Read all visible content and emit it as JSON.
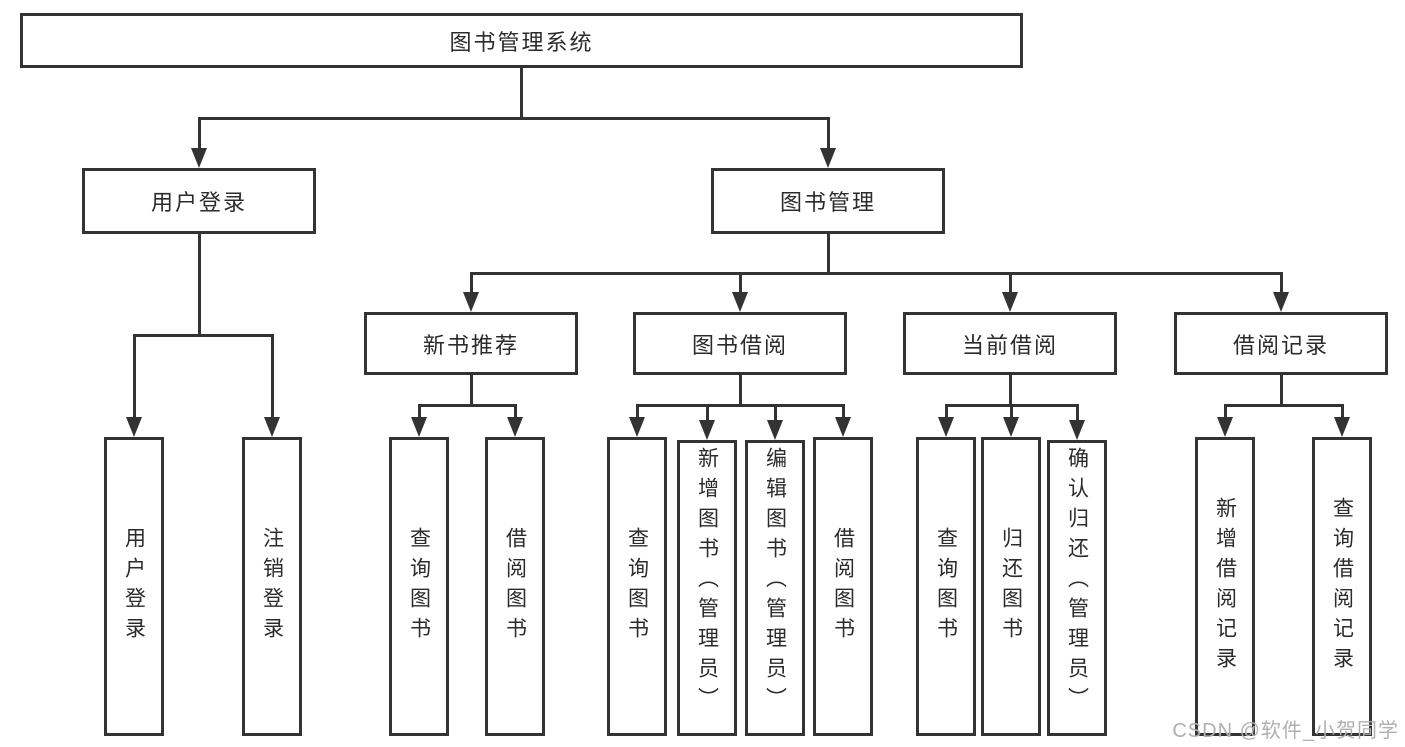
{
  "diagram": {
    "tree": {
      "label": "图书管理系统",
      "children": [
        {
          "label": "用户登录",
          "children": [
            {
              "label": "用户登录"
            },
            {
              "label": "注销登录"
            }
          ]
        },
        {
          "label": "图书管理",
          "children": [
            {
              "label": "新书推荐",
              "children": [
                {
                  "label": "查询图书"
                },
                {
                  "label": "借阅图书"
                }
              ]
            },
            {
              "label": "图书借阅",
              "children": [
                {
                  "label": "查询图书"
                },
                {
                  "label": "新增图书（管理员）"
                },
                {
                  "label": "编辑图书（管理员）"
                },
                {
                  "label": "借阅图书"
                }
              ]
            },
            {
              "label": "当前借阅",
              "children": [
                {
                  "label": "查询图书"
                },
                {
                  "label": "归还图书"
                },
                {
                  "label": "确认归还（管理员）"
                }
              ]
            },
            {
              "label": "借阅记录",
              "children": [
                {
                  "label": "新增借阅记录"
                },
                {
                  "label": "查询借阅记录"
                }
              ]
            }
          ]
        }
      ]
    },
    "watermark": "CSDN @软件_小贺同学",
    "colors": {
      "line": "#333333",
      "text": "#2b2b2b",
      "background": "#ffffff",
      "watermark": "#b0b0b0"
    }
  }
}
